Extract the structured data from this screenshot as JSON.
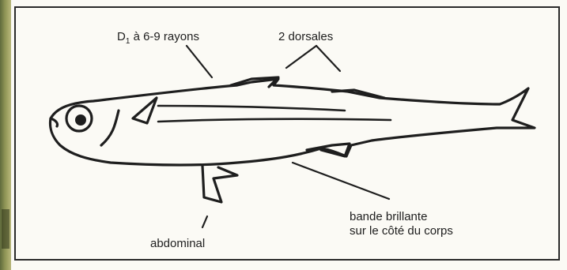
{
  "labels": {
    "d1_main": "D",
    "d1_sub": "1",
    "d1_rest": " à 6-9 rayons",
    "dorsales": "2 dorsales",
    "abdominal": "abdominal",
    "bande_line1": "bande brillante",
    "bande_line2": "sur le côté du corps"
  },
  "colors": {
    "ink": "#202020",
    "paper": "#fbfaf5",
    "strip": "#8e9455"
  }
}
